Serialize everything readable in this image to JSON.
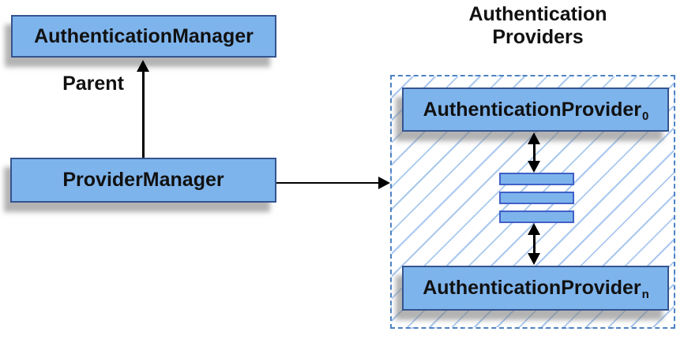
{
  "diagram": {
    "left_column": {
      "authentication_manager_label": "AuthenticationManager",
      "parent_label": "Parent",
      "provider_manager_label": "ProviderManager"
    },
    "providers_group": {
      "title": "Authentication Providers",
      "first_provider": {
        "base": "AuthenticationProvider",
        "subscript": "0"
      },
      "last_provider": {
        "base": "AuthenticationProvider",
        "subscript": "n"
      },
      "stack_bar_count": 3
    },
    "colors": {
      "box_fill": "#7eb4ec",
      "box_border": "#35548f",
      "bar_border": "#4160c8",
      "container_border": "#4d82c4",
      "hatch_line": "#aac8ee",
      "arrow_color": "#000000",
      "shadow_color": "rgba(128,128,128,0.6)",
      "text_color": "#111111",
      "canvas_bg": "#ffffff"
    }
  }
}
